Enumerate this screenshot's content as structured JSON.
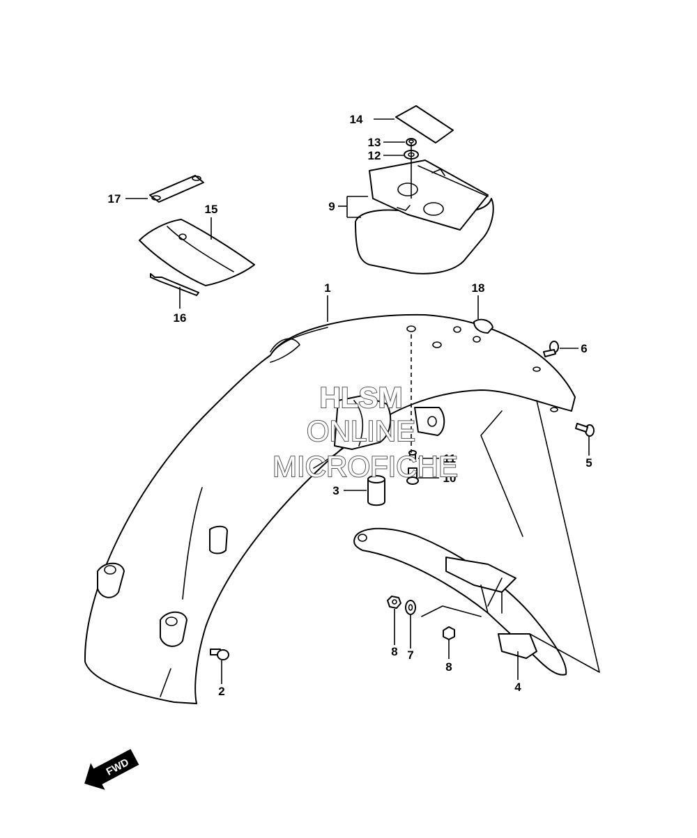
{
  "callouts": {
    "p1": "1",
    "p2": "2",
    "p3": "3",
    "p4": "4",
    "p5": "5",
    "p6": "6",
    "p7": "7",
    "p8a": "8",
    "p8b": "8",
    "p9": "9",
    "p10": "10",
    "p11": "11",
    "p12": "12",
    "p13": "13",
    "p14": "14",
    "p15": "15",
    "p16": "16",
    "p17": "17",
    "p18": "18"
  },
  "watermark": {
    "line1": "HLSM",
    "line2": "ONLINE",
    "line3": "MICROFICHE"
  },
  "direction": {
    "label": "FWD"
  },
  "colors": {
    "line": "#000000",
    "background": "#ffffff",
    "watermark_outline": "#555555"
  }
}
